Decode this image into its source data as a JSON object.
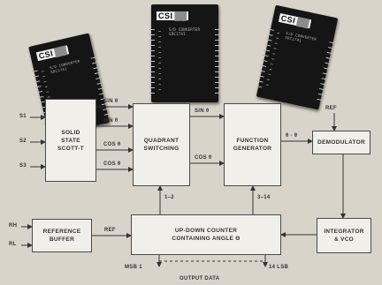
{
  "chips": [
    {
      "logo": "CSI",
      "text": [
        "S/D CONVERTER",
        "SDC1741"
      ]
    },
    {
      "logo": "CSI",
      "text": [
        "S/D CONVERTER",
        "SDC1741"
      ]
    },
    {
      "logo": "CSI",
      "text": [
        "S/D CONVERTER",
        "SDC1741"
      ]
    }
  ],
  "blocks": {
    "scott_t": "SOLID STATE SCOTT-T",
    "quadrant": "QUADRANT SWITCHING",
    "function_gen": "FUNCTION GENERATOR",
    "demodulator": "DEMODULATOR",
    "ref_buffer": "REFERENCE BUFFER",
    "counter_line1": "UP-DOWN COUNTER",
    "counter_line2": "CONTAINING ANGLE Θ",
    "integrator_line1": "INTEGRATOR",
    "integrator_line2": "& VCO"
  },
  "inputs": {
    "s1": "S1",
    "s2": "S2",
    "s3": "S3",
    "rh": "RH",
    "rl": "RL",
    "ref_in": "REF"
  },
  "signals": {
    "sin_1": "SIN θ",
    "sin_2": "SIN θ",
    "cos_1": "COS θ",
    "cos_2": "COS θ",
    "sin_out": "SIN θ",
    "cos_out": "COS θ",
    "error": "θ - θ",
    "ref_out": "REF",
    "bits_1_2": "1–2",
    "bits_3_14": "3–14"
  },
  "output": {
    "msb": "MSB 1",
    "lsb": "14 LSB",
    "caption": "OUTPUT DATA"
  },
  "colors": {
    "background": "#d9d4ca",
    "box_fill": "#f1efea",
    "line": "#333333",
    "chip": "#151515"
  }
}
